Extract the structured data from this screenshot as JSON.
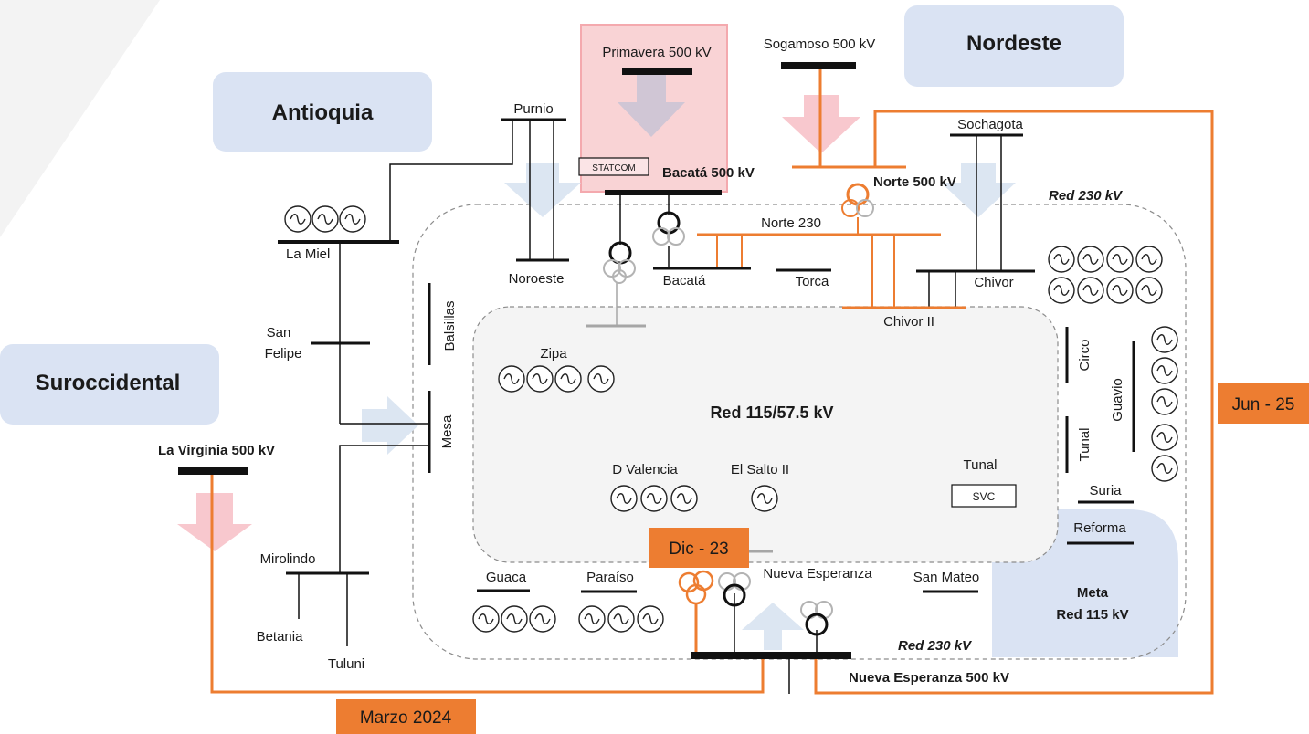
{
  "regions": {
    "antioquia": "Antioquia",
    "nordeste": "Nordeste",
    "suroccidental": "Suroccidental",
    "meta": "Meta",
    "meta_sub": "Red 115 kV"
  },
  "networks": {
    "red230_top": "Red 230 kV",
    "red230_bottom": "Red 230 kV",
    "red115": "Red 115/57.5 kV"
  },
  "buses": {
    "primavera": "Primavera 500 kV",
    "sogamoso": "Sogamoso 500 kV",
    "bacata500": "Bacatá 500 kV",
    "norte500": "Norte 500 kV",
    "norte230": "Norte 230",
    "purnio": "Purnio",
    "sochagota": "Sochagota",
    "la_miel": "La Miel",
    "noroeste": "Noroeste",
    "bacata": "Bacatá",
    "torca": "Torca",
    "chivor": "Chivor",
    "chivor2": "Chivor II",
    "balsillas": "Balsillas",
    "san_felipe_1": "San",
    "san_felipe_2": "Felipe",
    "mesa": "Mesa",
    "zipa": "Zipa",
    "circo": "Circo",
    "guavio": "Guavio",
    "tunal_v": "Tunal",
    "tunal": "Tunal",
    "la_virginia": "La Virginia 500 kV",
    "d_valencia": "D Valencia",
    "el_salto": "El Salto II",
    "suria": "Suria",
    "reforma": "Reforma",
    "mirolindo": "Mirolindo",
    "betania": "Betania",
    "tuluni": "Tuluni",
    "guaca": "Guaca",
    "paraiso": "Paraíso",
    "nueva_esperanza": "Nueva Esperanza",
    "san_mateo": "San Mateo",
    "nueva_esperanza_500": "Nueva Esperanza 500 kV"
  },
  "devices": {
    "statcom": "STATCOM",
    "svc": "SVC"
  },
  "dates": {
    "jun25": "Jun - 25",
    "dic23": "Dic - 23",
    "marzo2024": "Marzo 2024"
  },
  "colors": {
    "orange": "#ED7D31",
    "region_fill": "#DAE3F3",
    "highlight_fill": "#F9D3D5",
    "highlight_border": "#F4A9AE",
    "arrow_blue": "#DCE6F2",
    "arrow_pink": "#F8C8CE"
  }
}
